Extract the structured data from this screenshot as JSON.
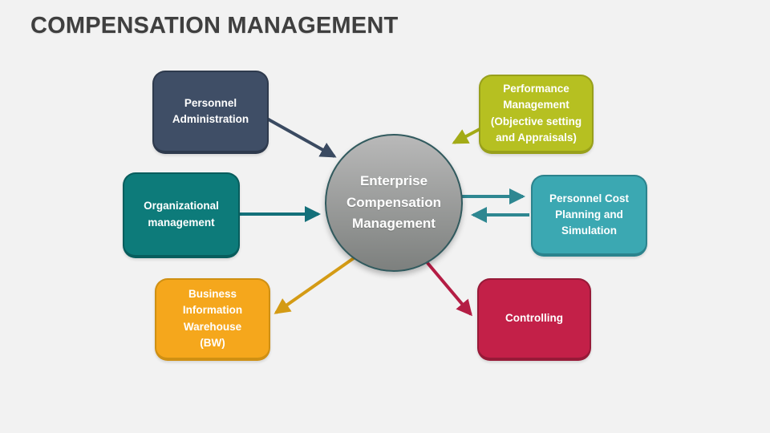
{
  "slide": {
    "title": "COMPENSATION MANAGEMENT",
    "title_color": "#3f3f3f",
    "background": "#f2f2f2"
  },
  "center": {
    "label": "Enterprise\nCompensation\nManagement",
    "text_color": "#ffffff",
    "fill_top": "#b9b9b9",
    "fill_bottom": "#7d807e",
    "border_color": "#315a5e"
  },
  "nodes": [
    {
      "id": "personnel-administration",
      "label": "Personnel\nAdministration",
      "fill": "#3f4e66",
      "border_color": "#2e3a4d",
      "text_color": "#ffffff"
    },
    {
      "id": "performance-management",
      "label": "Performance\nManagement\n(Objective setting\nand Appraisals)",
      "fill": "#b6c021",
      "border_color": "#98a01b",
      "text_color": "#ffffff"
    },
    {
      "id": "organizational-management",
      "label": "Organizational\nmanagement",
      "fill": "#0d7b7a",
      "border_color": "#085d5d",
      "text_color": "#ffffff"
    },
    {
      "id": "personnel-cost-planning",
      "label": "Personnel Cost\nPlanning and\nSimulation",
      "fill": "#3ba8b2",
      "border_color": "#2b838d",
      "text_color": "#ffffff"
    },
    {
      "id": "business-information-warehouse",
      "label": "Business\nInformation\nWarehouse\n(BW)",
      "fill": "#f5a71c",
      "border_color": "#cf9013",
      "text_color": "#ffffff"
    },
    {
      "id": "controlling",
      "label": "Controlling",
      "fill": "#c32048",
      "border_color": "#971a38",
      "text_color": "#ffffff"
    }
  ],
  "arrows": [
    {
      "id": "personnel-administration-to-center",
      "from": "personnel-administration",
      "to": "center",
      "color": "#3a4a61"
    },
    {
      "id": "performance-management-to-center",
      "from": "performance-management",
      "to": "center",
      "color": "#a3ab17"
    },
    {
      "id": "organizational-management-to-center",
      "from": "organizational-management",
      "to": "center",
      "color": "#14707a"
    },
    {
      "id": "center-to-personnel-cost-planning",
      "from": "center",
      "to": "personnel-cost-planning",
      "color": "#2e8791"
    },
    {
      "id": "personnel-cost-planning-to-center",
      "from": "personnel-cost-planning",
      "to": "center",
      "color": "#2e8791"
    },
    {
      "id": "center-to-business-information-warehouse",
      "from": "center",
      "to": "business-information-warehouse",
      "color": "#d49b15"
    },
    {
      "id": "center-to-controlling",
      "from": "center",
      "to": "controlling",
      "color": "#b41d44"
    }
  ]
}
